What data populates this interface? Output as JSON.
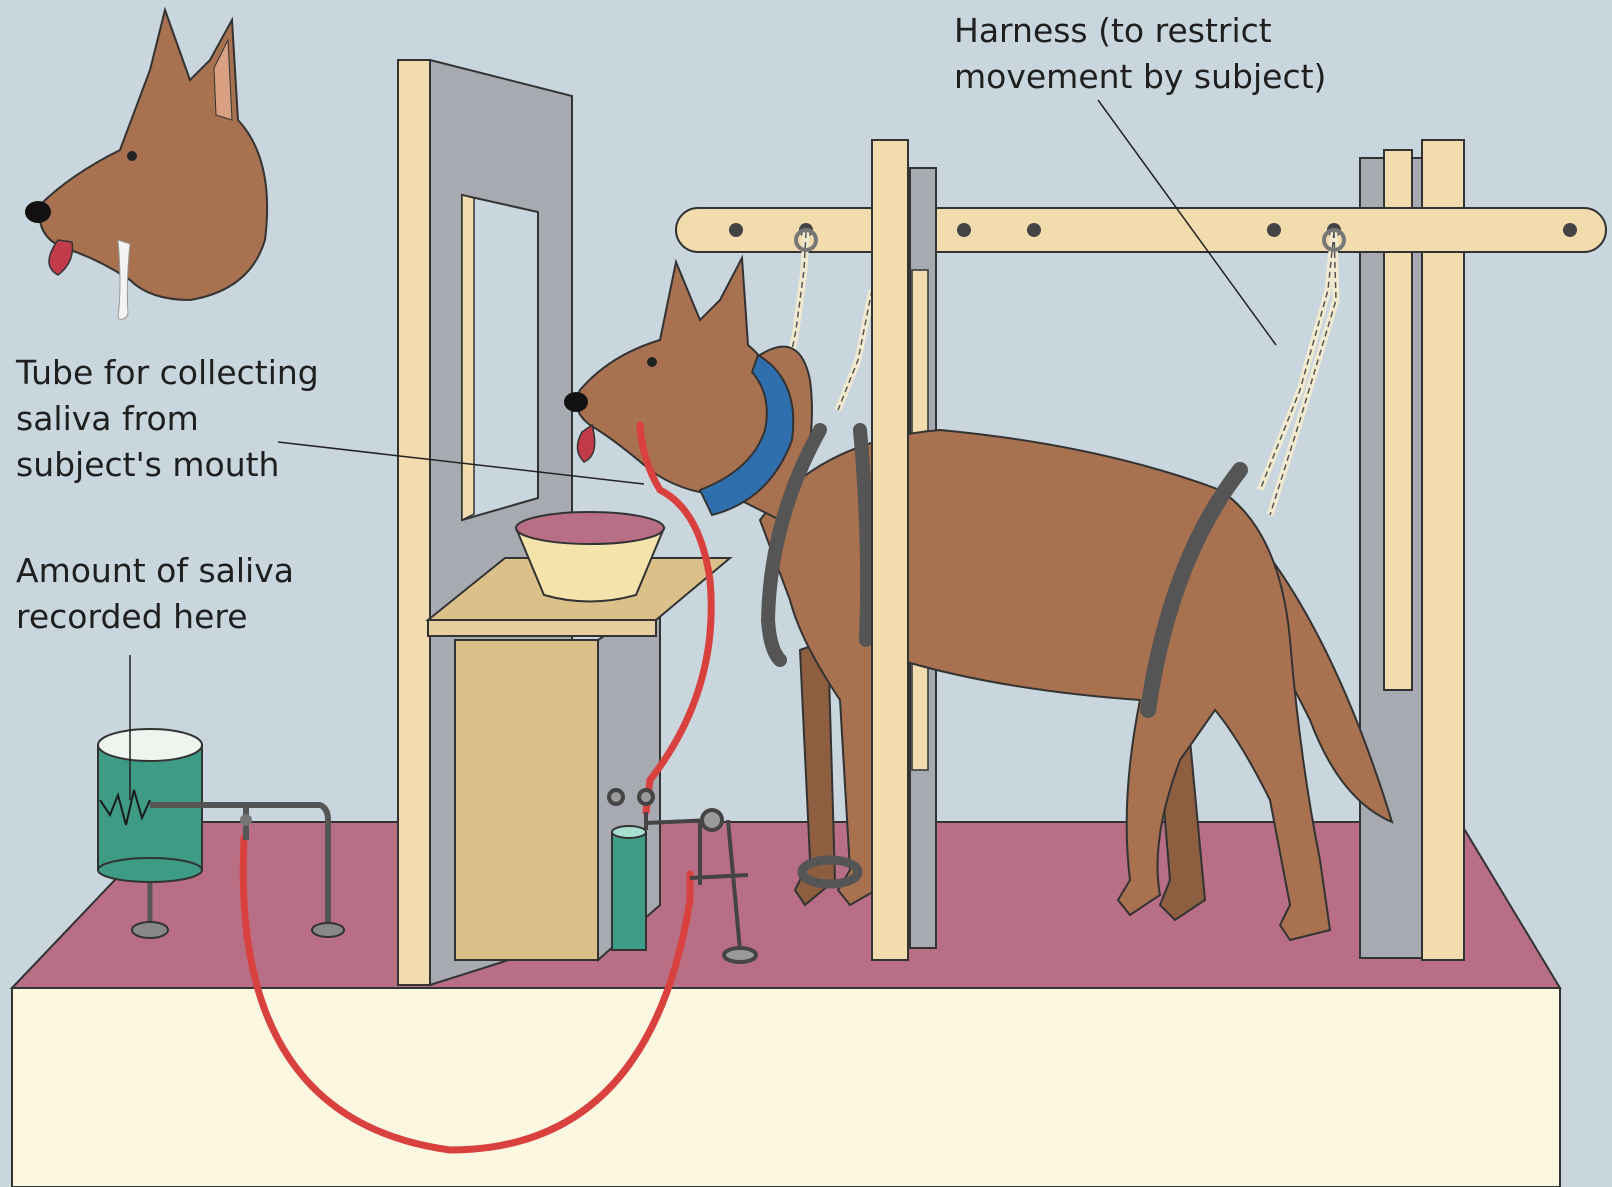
{
  "labels": {
    "harness": [
      "Harness (to restrict",
      "movement by subject)"
    ],
    "tube": [
      "Tube for collecting",
      "saliva from",
      "subject's mouth"
    ],
    "saliva": [
      "Amount of saliva",
      "recorded here"
    ]
  },
  "colors": {
    "background": "#c9d6de",
    "platform_top": "#b86f86",
    "platform_front": "#fbf7e0",
    "wood": "#f2dcae",
    "panel_grey": "#a7aab1",
    "dog": "#a8714f",
    "collar": "#2f6fae",
    "tube": "#d9413f",
    "drum": "#3e9c86",
    "bowl": "#f4e4ac"
  },
  "icons": [
    "dog-head-icon",
    "dog-icon",
    "bowl-icon",
    "recording-drum-icon"
  ]
}
